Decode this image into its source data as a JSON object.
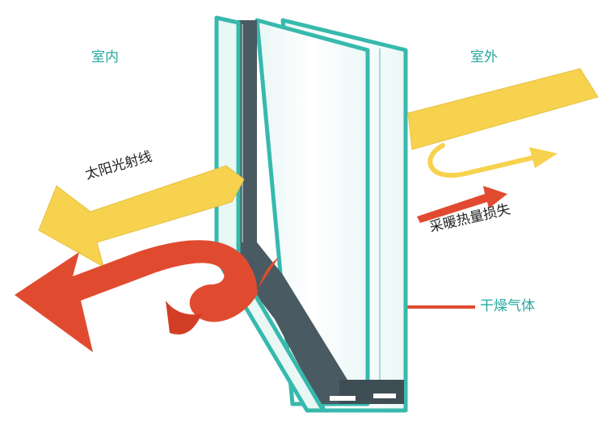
{
  "labels": {
    "indoor": "室内",
    "outdoor": "室外",
    "solar_rays": "太阳光射线",
    "heat_loss": "采暖热量损失",
    "dry_gas": "干燥气体"
  },
  "colors": {
    "sun_yellow": "#f7d24e",
    "heat_red": "#e04b30",
    "glass_teal": "#37b9ad",
    "spacer_gray": "#4a5a62",
    "label_teal": "#25a9a0"
  }
}
